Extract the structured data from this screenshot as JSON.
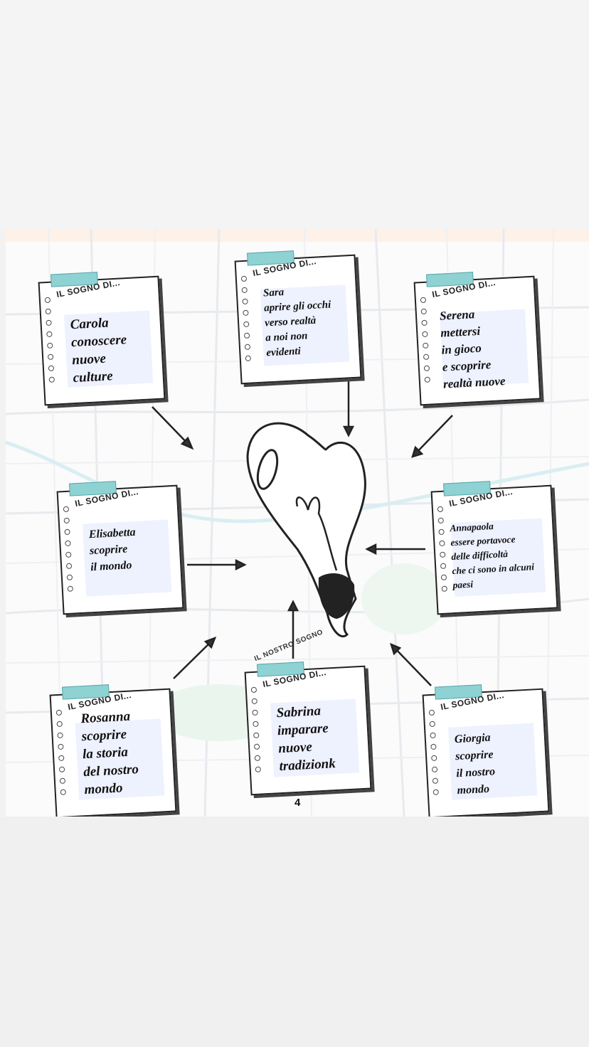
{
  "board": {
    "center_label": "IL NOSTRO SOGNO",
    "page_number": "4",
    "note_title": "IL SOGNO DI..."
  },
  "notes": [
    {
      "id": "carola",
      "text": "Carola\nconoscere\nnuove\nculture"
    },
    {
      "id": "sara",
      "text": "Sara\naprire gli occhi\nverso realtà\n a noi non\nevidenti"
    },
    {
      "id": "serena",
      "text": "Serena\nmettersi\nin gioco\ne scoprire\n realtà nuove"
    },
    {
      "id": "elisabetta",
      "text": "Elisabetta\nscoprire\nil mondo"
    },
    {
      "id": "annapaola",
      "text": "Annapaola\nessere portavoce\ndelle difficoltà\nche ci sono in alcuni\npaesi"
    },
    {
      "id": "rosanna",
      "text": "Rosanna\nscoprire\nla storia\ndel  nostro\nmondo"
    },
    {
      "id": "sabrina",
      "text": "Sabrina\nimparare\nnuove\ntradizionk"
    },
    {
      "id": "giorgia",
      "text": "Giorgia\nscoprire\nil nostro\nmondo"
    }
  ],
  "colors": {
    "tape": "#8fd2d4",
    "textbox": "#eef1fe",
    "map_lines": "#e6e9ec"
  }
}
